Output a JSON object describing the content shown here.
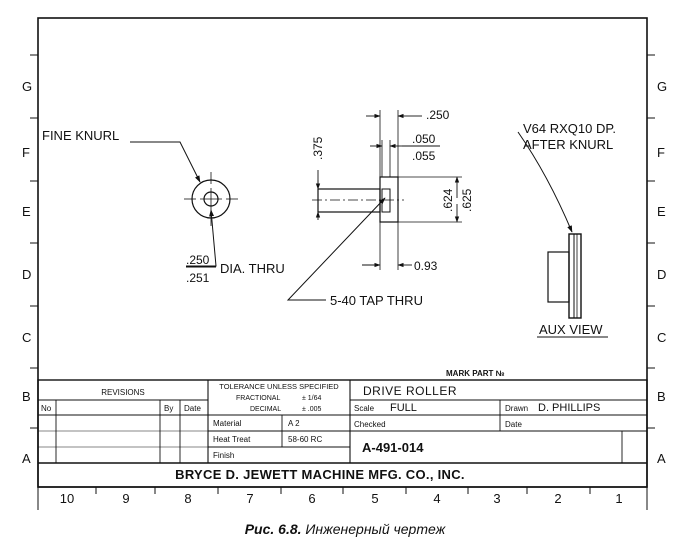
{
  "border": {
    "rows": [
      "G",
      "F",
      "E",
      "D",
      "C",
      "B",
      "A"
    ],
    "cols": [
      "10",
      "9",
      "8",
      "7",
      "6",
      "5",
      "4",
      "3",
      "2",
      "1"
    ]
  },
  "front_view": {
    "note": "FINE KNURL",
    "hole_dim_top": ".250",
    "hole_dim_bottom": ".251",
    "hole_note": "DIA. THRU"
  },
  "side_view": {
    "dim_top": ".250",
    "dim_left_vertical": ".375",
    "dim_groove_top": ".050",
    "dim_groove_bottom": ".055",
    "dim_right_1": ".624",
    "dim_right_2": ".625",
    "dim_bottom": "0.93",
    "tap_note": "5-40 TAP THRU"
  },
  "aux_view": {
    "note_line1": "V64 RXQ10 DP.",
    "note_line2": "AFTER KNURL",
    "label": "AUX VIEW"
  },
  "title_block": {
    "mark_part": "MARK PART №",
    "revisions": "REVISIONS",
    "rev_no": "No",
    "rev_by": "By",
    "rev_date": "Date",
    "tolerance_title": "TOLERANCE UNLESS SPECIFIED",
    "fractional_label": "FRACTIONAL",
    "fractional_value": "± 1/64",
    "decimal_label": "DECIMAL",
    "decimal_value": "± .005",
    "material_label": "Material",
    "material_value": "A 2",
    "heat_treat_label": "Heat Treat",
    "heat_treat_value": "58-60 RC",
    "finish_label": "Finish",
    "part_name": "DRIVE ROLLER",
    "scale_label": "Scale",
    "scale_value": "FULL",
    "drawn_label": "Drawn",
    "drawn_value": "D. PHILLIPS",
    "checked_label": "Checked",
    "date_label": "Date",
    "drawing_number": "A-491-014",
    "company": "BRYCE D. JEWETT MACHINE MFG. CO., INC."
  },
  "caption": {
    "number": "Рис. 6.8.",
    "text": "Инженерный чертеж"
  }
}
